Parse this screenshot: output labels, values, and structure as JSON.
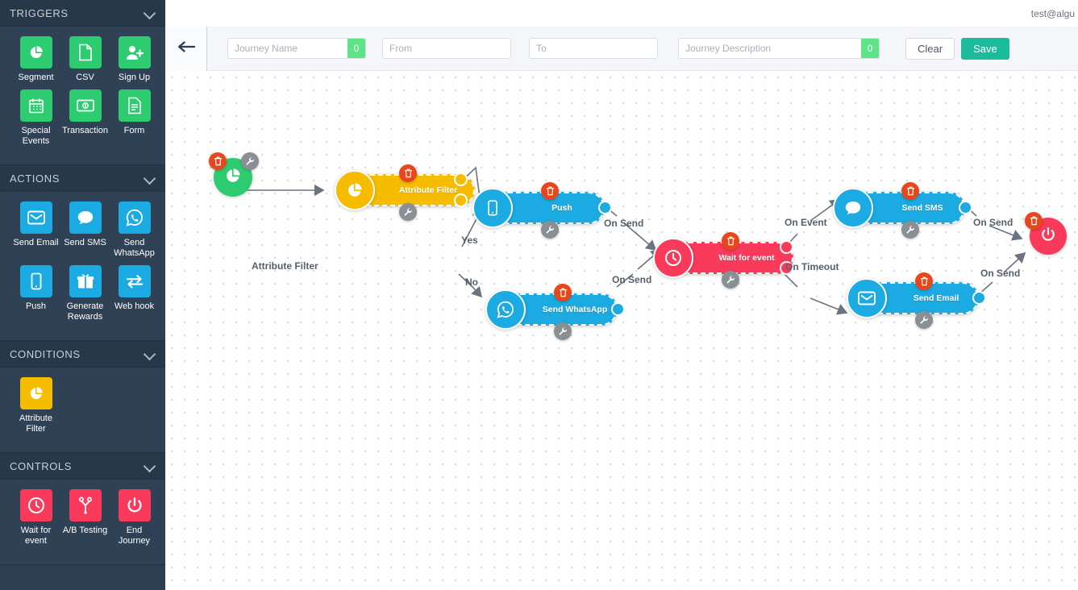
{
  "header": {
    "user_email": "test@algu"
  },
  "toolbar": {
    "back_icon": "arrow-left-icon",
    "journey_name": {
      "placeholder": "Journey Name",
      "value": "",
      "counter": "0"
    },
    "from": {
      "placeholder": "From",
      "value": ""
    },
    "to": {
      "placeholder": "To",
      "value": ""
    },
    "description": {
      "placeholder": "Journey Description",
      "value": "",
      "counter": "0"
    },
    "clear_label": "Clear",
    "save_label": "Save"
  },
  "sidebar": {
    "sections": [
      {
        "title": "TRIGGERS",
        "color": "#2ecc71",
        "items": [
          {
            "label": "Segment",
            "icon": "pie-chart-icon"
          },
          {
            "label": "CSV",
            "icon": "file-icon"
          },
          {
            "label": "Sign Up",
            "icon": "user-plus-icon"
          },
          {
            "label": "Special Events",
            "icon": "calendar-icon"
          },
          {
            "label": "Transaction",
            "icon": "banknote-icon"
          },
          {
            "label": "Form",
            "icon": "document-lines-icon"
          }
        ]
      },
      {
        "title": "ACTIONS",
        "color": "#1babe2",
        "items": [
          {
            "label": "Send Email",
            "icon": "envelope-icon"
          },
          {
            "label": "Send SMS",
            "icon": "speech-bubble-icon"
          },
          {
            "label": "Send WhatsApp",
            "icon": "whatsapp-icon"
          },
          {
            "label": "Push",
            "icon": "mobile-icon"
          },
          {
            "label": "Generate Rewards",
            "icon": "gift-icon"
          },
          {
            "label": "Web hook",
            "icon": "exchange-arrows-icon"
          }
        ]
      },
      {
        "title": "CONDITIONS",
        "color": "#f5bc00",
        "items": [
          {
            "label": "Attribute Filter",
            "icon": "pie-chart-icon"
          }
        ]
      },
      {
        "title": "CONTROLS",
        "color": "#f93a5a",
        "items": [
          {
            "label": "Wait for event",
            "icon": "clock-icon"
          },
          {
            "label": "A/B Testing",
            "icon": "branch-icon"
          },
          {
            "label": "End Journey",
            "icon": "power-icon"
          }
        ]
      }
    ]
  },
  "canvas": {
    "nodes": [
      {
        "id": "segment",
        "label": "",
        "type": "circle",
        "color": "#2ecc71",
        "icon": "pie-chart-icon"
      },
      {
        "id": "attrfilter",
        "label": "Attribute Filter",
        "type": "pill",
        "color": "#f5bc00",
        "icon": "pie-chart-icon"
      },
      {
        "id": "push",
        "label": "Push",
        "type": "pill",
        "color": "#1babe2",
        "icon": "mobile-icon"
      },
      {
        "id": "whatsapp",
        "label": "Send WhatsApp",
        "type": "pill",
        "color": "#1babe2",
        "icon": "whatsapp-icon"
      },
      {
        "id": "wait",
        "label": "Wait for event",
        "type": "pill",
        "color": "#f93a5a",
        "icon": "clock-icon"
      },
      {
        "id": "sms",
        "label": "Send SMS",
        "type": "pill",
        "color": "#1babe2",
        "icon": "speech-bubble-icon"
      },
      {
        "id": "email",
        "label": "Send Email",
        "type": "pill",
        "color": "#1babe2",
        "icon": "envelope-icon"
      },
      {
        "id": "end",
        "label": "",
        "type": "circle",
        "color": "#f93a5a",
        "icon": "power-icon"
      }
    ],
    "edge_labels": {
      "start": "Attribute Filter",
      "yes": "Yes",
      "no": "No",
      "push_on_send": "On Send",
      "whatsapp_on_send": "On Send",
      "on_event": "On Event",
      "on_timeout": "On Timeout",
      "sms_on_send": "On Send",
      "email_on_send": "On Send"
    },
    "badges": {
      "delete": "trash-icon",
      "configure": "wrench-icon"
    }
  },
  "colors": {
    "sidebar_bg": "#2c3e50",
    "sidebar_header_bg": "#273849",
    "green": "#2ecc71",
    "blue": "#1babe2",
    "amber": "#f5bc00",
    "red": "#f93a5a",
    "save": "#1abc9c",
    "counter": "#5ce487"
  }
}
